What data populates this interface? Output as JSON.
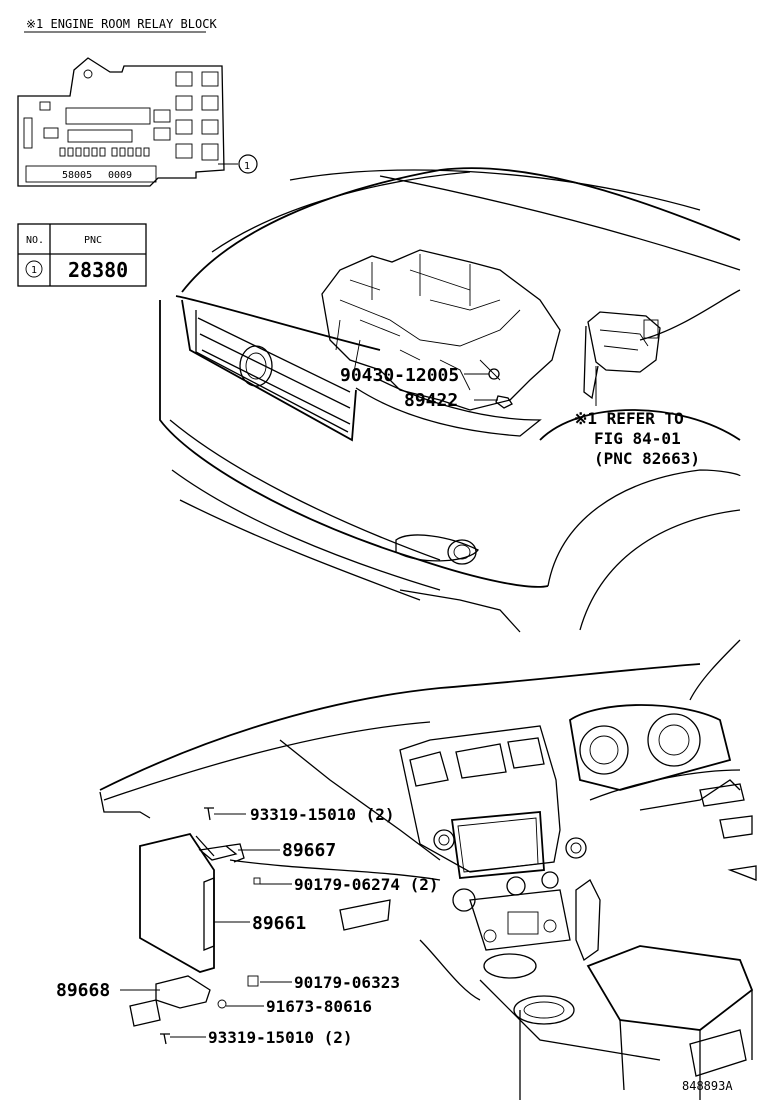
{
  "header": {
    "title": "※1 ENGINE ROOM RELAY BLOCK"
  },
  "relay_block": {
    "callout": "1"
  },
  "table": {
    "col_no": "NO.",
    "col_pnc": "PNC",
    "row_no": "1",
    "row_pnc": "28380"
  },
  "engine_parts": [
    {
      "id": "p1",
      "label": "90430-12005"
    },
    {
      "id": "p2",
      "label": "89422"
    }
  ],
  "refer_note": {
    "line1": "※1 REFER TO",
    "line2": "FIG 84-01",
    "line3": "(PNC 82663)"
  },
  "dash_parts": [
    {
      "id": "d1",
      "label": "93319-15010 (2)"
    },
    {
      "id": "d2",
      "label": "89667"
    },
    {
      "id": "d3",
      "label": "90179-06274 (2)"
    },
    {
      "id": "d4",
      "label": "89661"
    },
    {
      "id": "d5",
      "label": "89668"
    },
    {
      "id": "d6",
      "label": "90179-06323"
    },
    {
      "id": "d7",
      "label": "91673-80616"
    },
    {
      "id": "d8",
      "label": "93319-15010 (2)"
    }
  ],
  "figure_id": "848893A"
}
